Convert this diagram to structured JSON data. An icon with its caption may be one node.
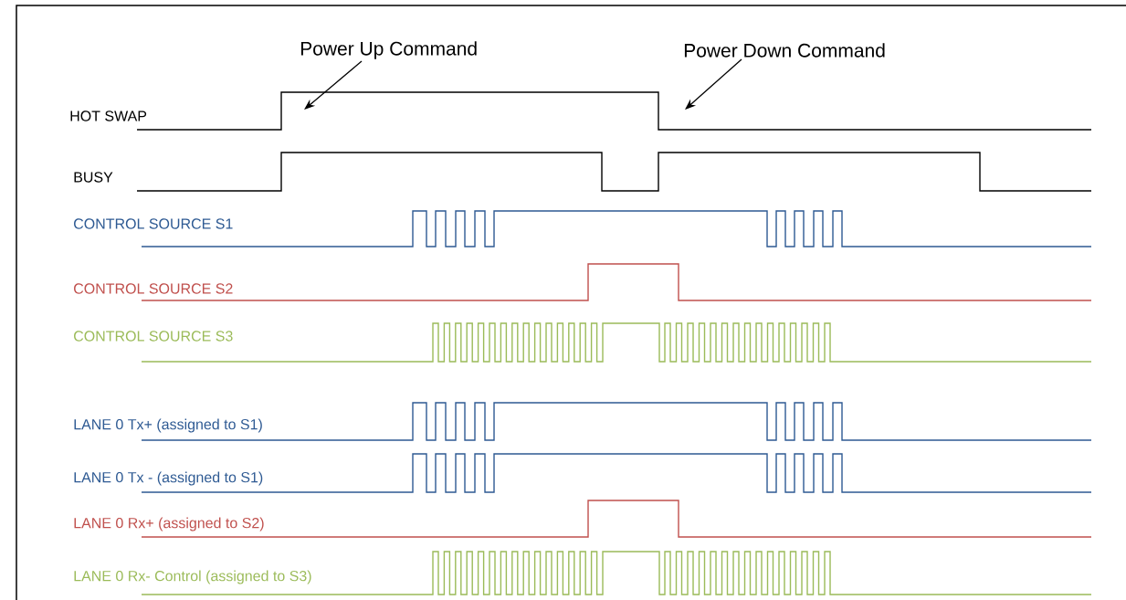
{
  "diagram": {
    "nodes": [
      {
        "text": [
          "Power Up Command"
        ]
      },
      {
        "text": [
          "Power Down Command"
        ]
      }
    ],
    "edges": [
      {
        "from": 0,
        "to": null,
        "arrow": "to"
      },
      {
        "from": 1,
        "to": null,
        "arrow": "to"
      }
    ],
    "labels": [
      "HOT SWAP",
      "BUSY",
      "CONTROL SOURCE S1",
      "CONTROL SOURCE S2",
      "CONTROL SOURCE S3",
      "LANE 0 Tx+ (assigned to S1)",
      "LANE 0 Tx - (assigned to S1)",
      "LANE 0 Rx+ (assigned to S2)",
      "LANE 0 Rx- Control (assigned to S3)"
    ]
  }
}
